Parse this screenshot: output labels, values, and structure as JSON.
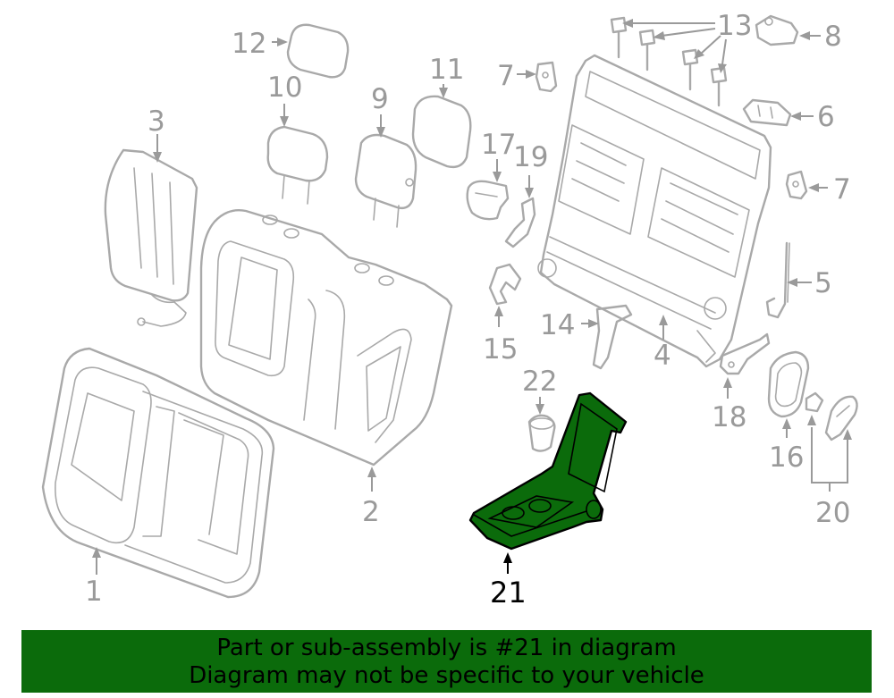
{
  "diagram": {
    "callouts": {
      "c1": "1",
      "c2": "2",
      "c3": "3",
      "c4": "4",
      "c5": "5",
      "c6": "6",
      "c7a": "7",
      "c7b": "7",
      "c8": "8",
      "c9": "9",
      "c10": "10",
      "c11": "11",
      "c12": "12",
      "c13": "13",
      "c14": "14",
      "c15": "15",
      "c16": "16",
      "c17": "17",
      "c18": "18",
      "c19": "19",
      "c20": "20",
      "c21": "21",
      "c22": "22"
    },
    "highlighted_part": "21",
    "highlight_color": "#0b6b0b",
    "line_color": "#a9a9a9"
  },
  "banner": {
    "line1": "Part or sub-assembly is #21 in diagram",
    "line2": "Diagram may not be specific to your vehicle",
    "background": "#0b6b0b"
  }
}
